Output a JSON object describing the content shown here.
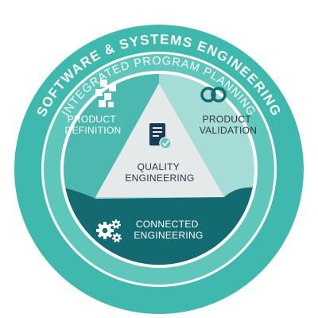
{
  "outer_ring_title": "SOFTWARE & SYSTEMS ENGINEERING",
  "inner_ring_title": "INTEGRATED PROGRAM PLANNING",
  "segments": {
    "product_definition": {
      "line1": "PRODUCT",
      "line2": "DEFINITION",
      "icon": "puzzle-blocks-icon"
    },
    "product_validation": {
      "line1": "PRODUCT",
      "line2": "VALIDATION",
      "icon": "link-loop-icon"
    },
    "connected_engineering": {
      "line1": "CONNECTED",
      "line2": "ENGINEERING",
      "icon": "gears-icon"
    },
    "quality_engineering": {
      "line1": "QUALITY",
      "line2": "ENGINEERING",
      "icon": "clipboard-check-icon"
    }
  },
  "colors": {
    "outer_ring": "#3fb8ad",
    "inner_ring": "#5fc6bc",
    "product_definition": "#4cb9b0",
    "product_validation": "#a6dcd6",
    "connected_engineering": "#136a70",
    "quality_engineering": "#e6e9ea",
    "dark_text": "#2b3640"
  }
}
